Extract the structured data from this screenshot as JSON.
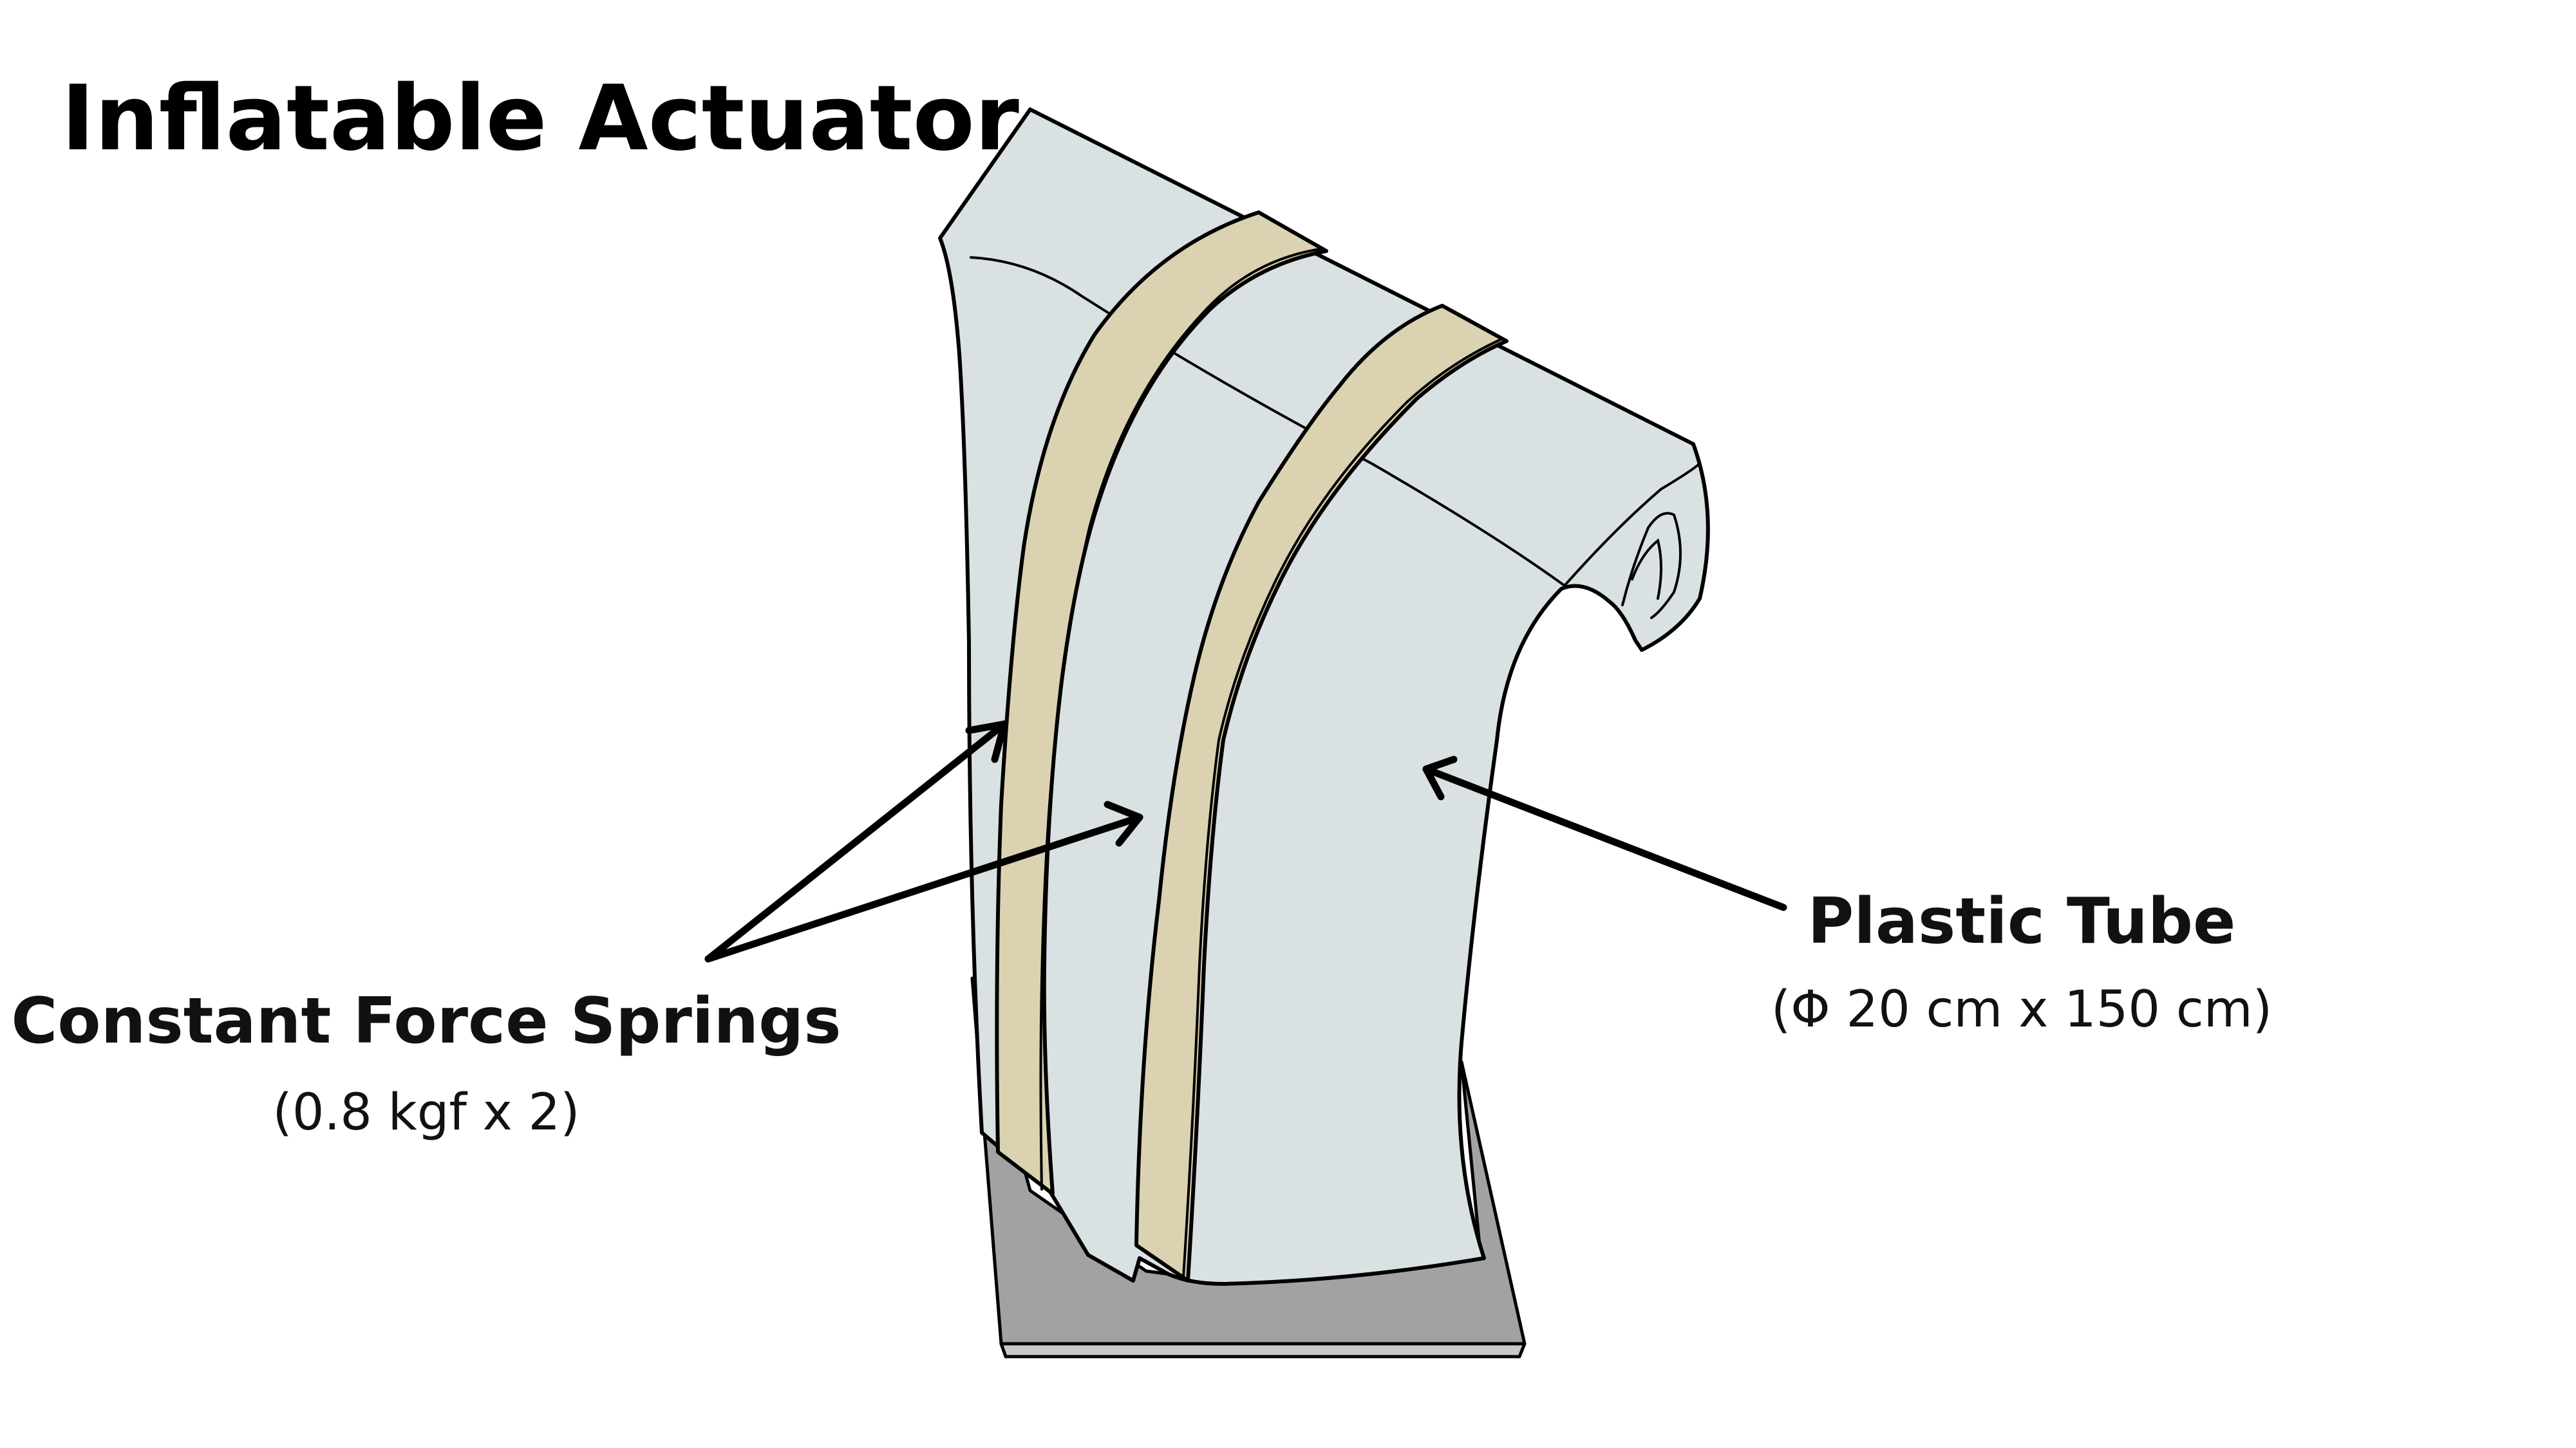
{
  "title": "Inflatable Actuator",
  "labels": {
    "springs": {
      "name": "Constant Force Springs",
      "spec": "(0.8 kgf x 2)"
    },
    "tube": {
      "name": "Plastic Tube",
      "spec": "(Φ 20 cm x 150 cm)"
    }
  },
  "colors": {
    "tube_fill": "#d9e1e2",
    "spring_fill": "#dbd2b1",
    "base_fill": "#a2a2a2",
    "base_edge": "#c8c8c8",
    "ink": "#000000"
  }
}
